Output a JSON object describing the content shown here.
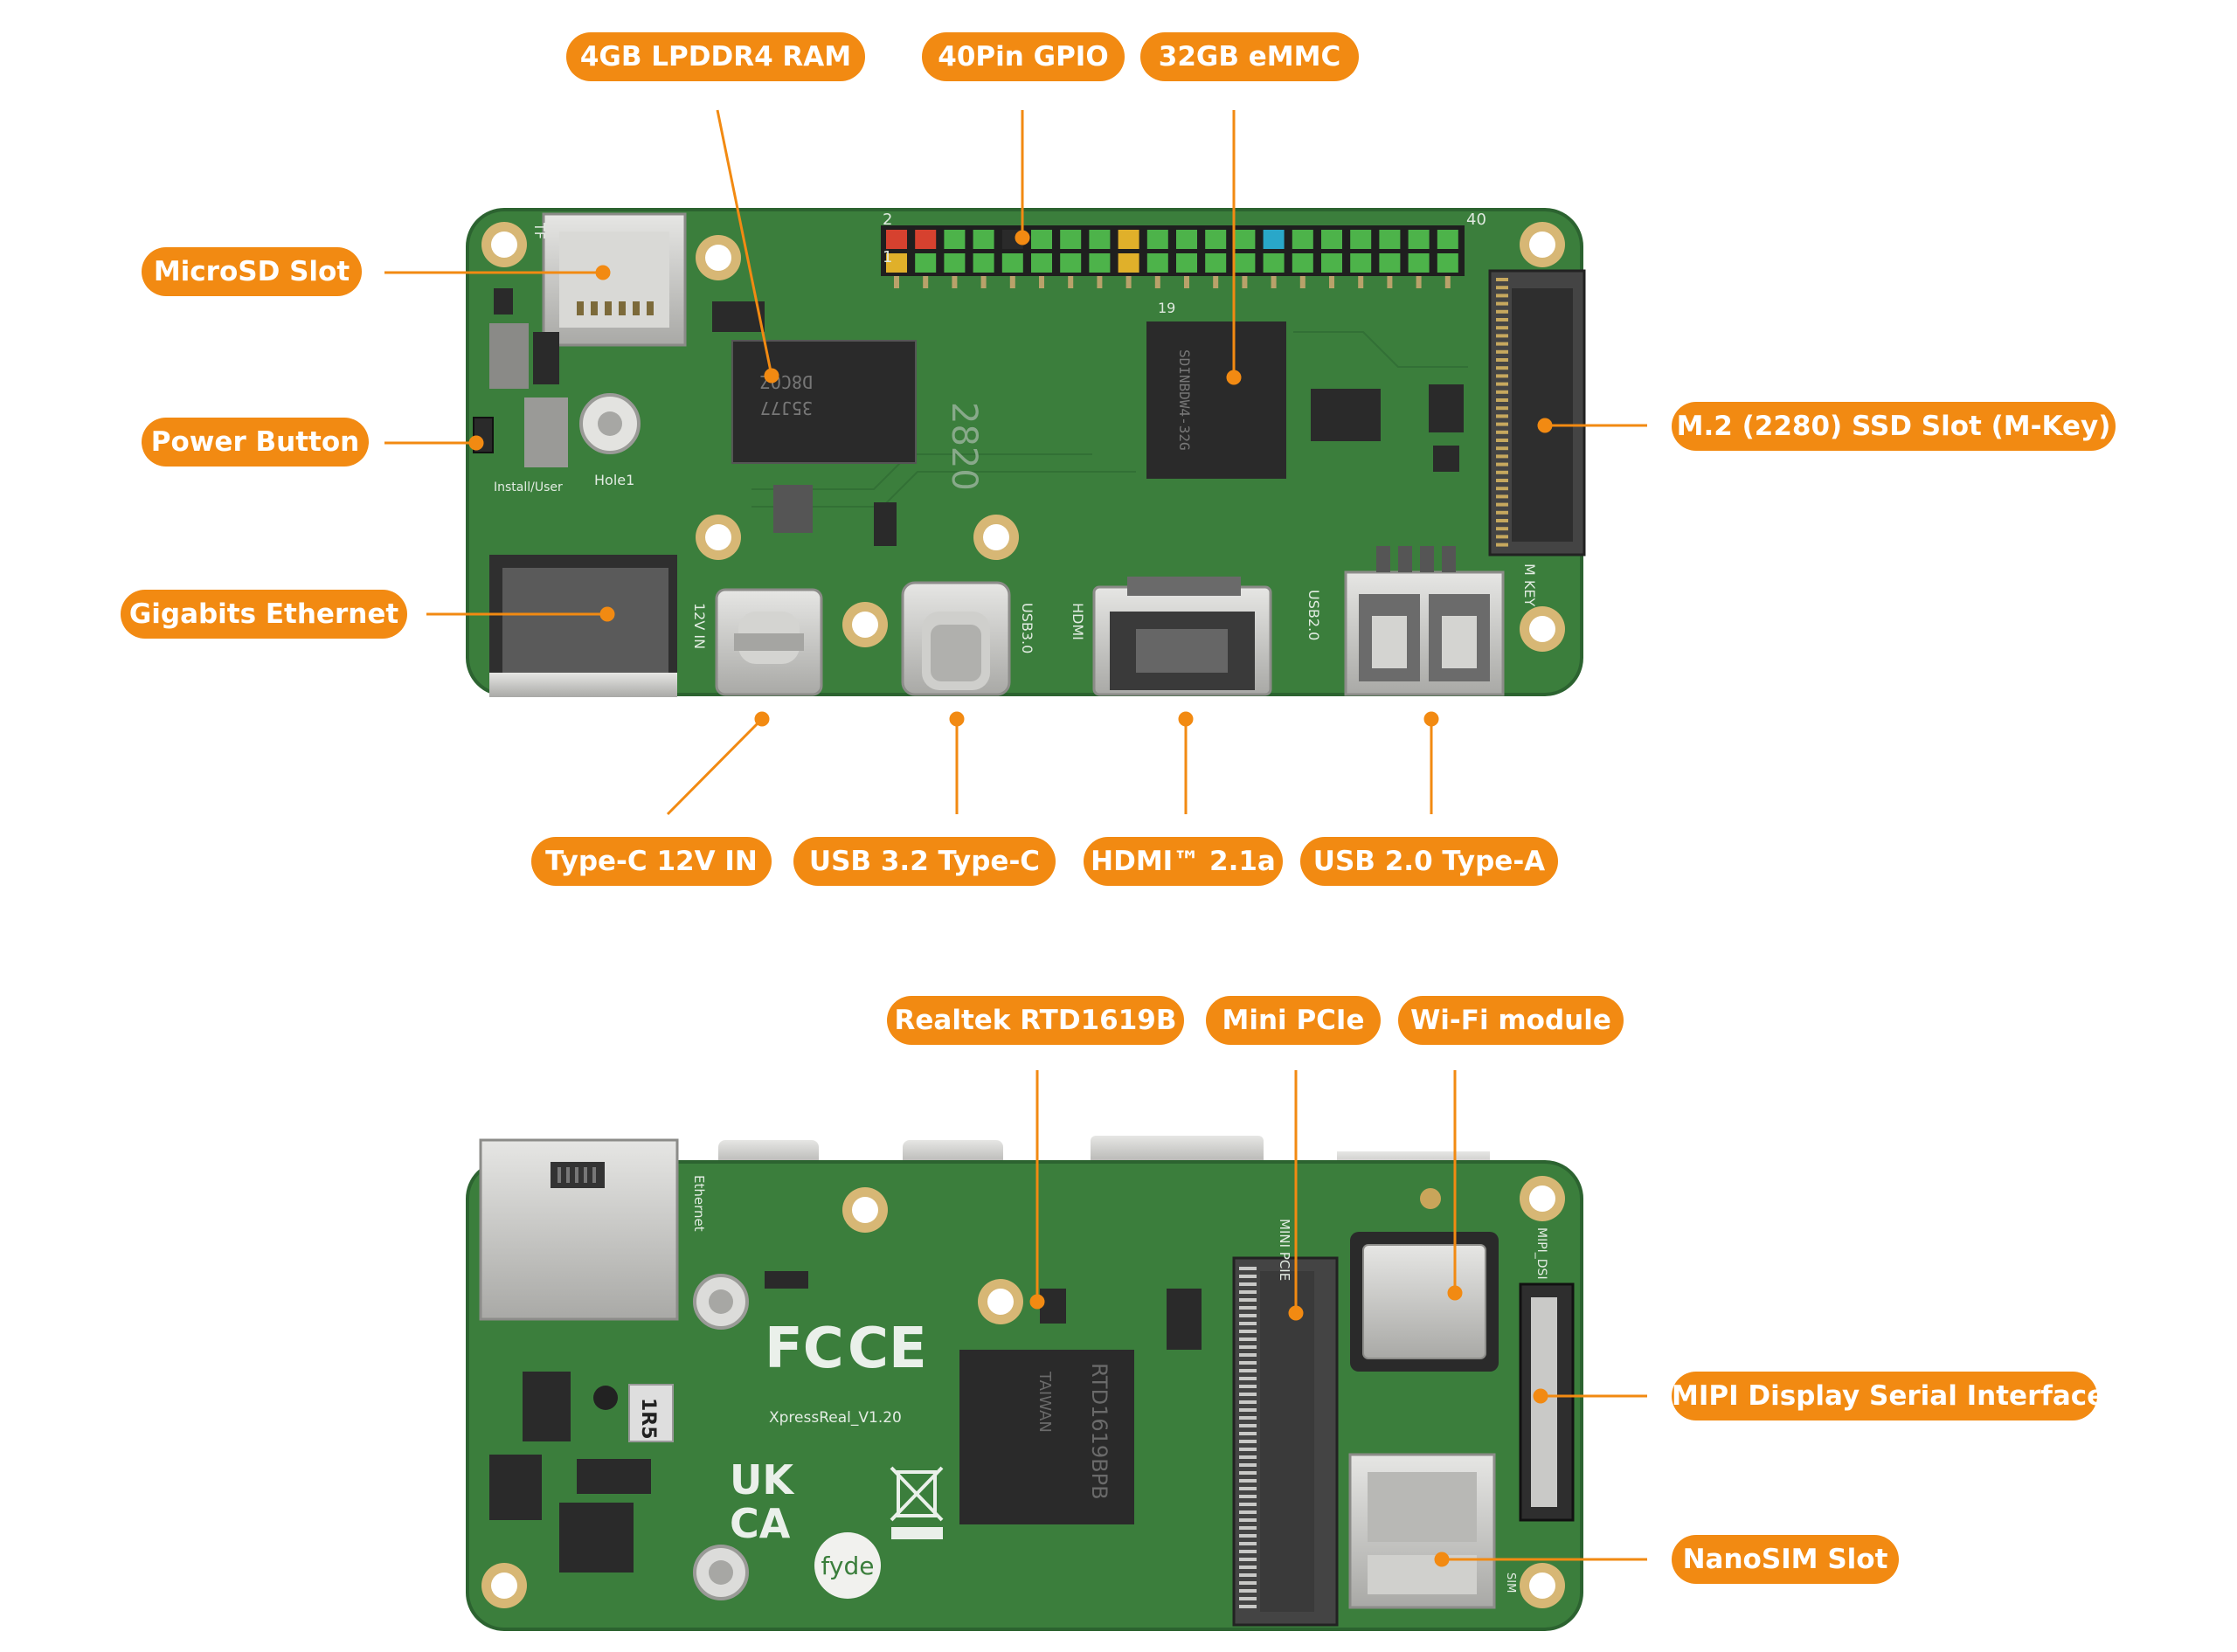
{
  "colors": {
    "accent": "#F28A12",
    "board": "#3B7E3C",
    "board_dark": "#2C6330",
    "chip": "#2A2A2A",
    "metal": "#C9C9C7",
    "background": "#FFFFFF"
  },
  "top_view": {
    "callouts": {
      "ram": "4GB LPDDR4 RAM",
      "gpio": "40Pin GPIO",
      "emmc": "32GB eMMC",
      "microsd": "MicroSD Slot",
      "power": "Power Button",
      "ethernet": "Gigabits Ethernet",
      "m2": "M.2 (2280) SSD Slot (M-Key)",
      "typec_in": "Type-C 12V IN",
      "usb32": "USB 3.2 Type-C",
      "hdmi": "HDMI™ 2.1a",
      "usb20": "USB 2.0 Type-A"
    },
    "silkscreen": {
      "pin_first": "2",
      "pin_last": "40",
      "pin_one": "1",
      "pin_mid": "19",
      "soc_mark": "2820",
      "ram_mark": "35J77",
      "ram_mark2": "D8CQZ",
      "emmc_mark": "SDINBDW4-32G",
      "hole": "Hole1",
      "install": "Install/User",
      "power_in": "12V IN",
      "usb30": "USB3.0",
      "hdmi": "HDMI",
      "usb20": "USB2.0",
      "mkey": "M KEY",
      "tf": "TF"
    }
  },
  "bottom_view": {
    "callouts": {
      "soc": "Realtek RTD1619B",
      "pcie": "Mini PCIe",
      "wifi": "Wi-Fi module",
      "mipi": "MIPI Display Serial Interface",
      "sim": "NanoSIM Slot"
    },
    "silkscreen": {
      "ethernet": "Ethernet",
      "model": "XpressReal_V1.20",
      "fc": "FC",
      "ce": "CE",
      "uk": "UK",
      "ca": "CA",
      "brand": "fyde",
      "inductor": "1R5",
      "soc_mark": "RTD1619BPB",
      "soc_mark2": "TAIWAN",
      "pcie": "MINI PCIE",
      "dsi": "MIPI_DSI",
      "sim": "SIM"
    }
  }
}
